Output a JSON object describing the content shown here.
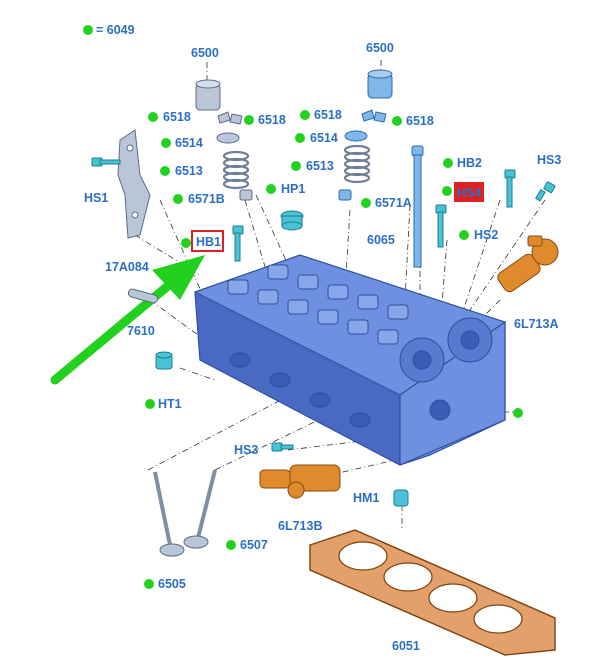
{
  "legend": {
    "dot_color": "#22d11e",
    "text": "= 6049"
  },
  "labels": {
    "l6500a": "6500",
    "l6500b": "6500",
    "l6518a": "6518",
    "l6518b": "6518",
    "l6518c": "6518",
    "l6518d": "6518",
    "l6514a": "6514",
    "l6514b": "6514",
    "l6513a": "6513",
    "l6513b": "6513",
    "l6571Ba": "6571B",
    "l6571A": "6571A",
    "lHS1": "HS1",
    "l17A084": "17A084",
    "lHP1": "HP1",
    "lHB1": "HB1",
    "l6065": "6065",
    "lHB2": "HB2",
    "lHS4": "HS4",
    "lHS3a": "HS3",
    "lHS2": "HS2",
    "l6L713A": "6L713A",
    "l7610": "7610",
    "lHT1": "HT1",
    "lHS3b": "HS3",
    "l6L713B": "6L713B",
    "lHM1": "HM1",
    "l6507": "6507",
    "l6505": "6505",
    "l6051": "6051"
  },
  "colors": {
    "label_blue": "#2a6fc4",
    "highlight_red": "#e02020",
    "arrow_green": "#22d11e",
    "head_blue": "#6f8fe0",
    "gasket_orange": "#e3a06a"
  },
  "icons": [
    "arrow-icon",
    "bolt-icon",
    "valve-icon",
    "spring-icon",
    "tappet-icon",
    "solenoid-icon",
    "gasket-icon"
  ]
}
